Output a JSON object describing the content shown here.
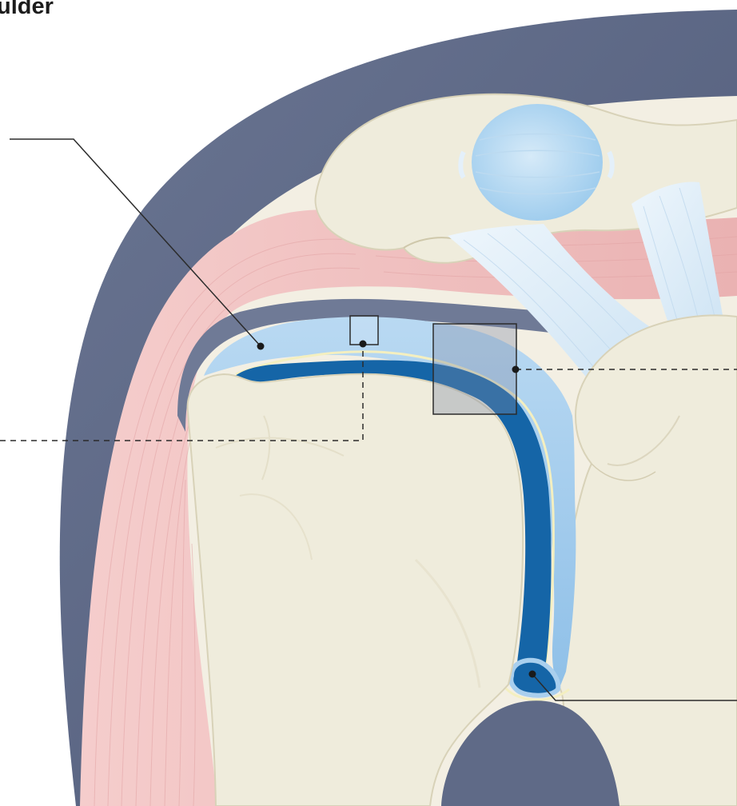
{
  "figure": {
    "title": "ulder"
  },
  "colors": {
    "skin": "#5f6a87",
    "muscle": "#f2c4c3",
    "bone": "#efecdc",
    "bone_edge": "#dcd6bf",
    "ligament": "#d8e8f5",
    "bursa": "#a9cfee",
    "synovial_fluid": "#1565a7",
    "cartilage": "#f7f3c8",
    "leader_line": "#2b2b2b"
  },
  "structures": [
    {
      "name": "skin-layer",
      "label": ""
    },
    {
      "name": "deltoid-muscle",
      "label": ""
    },
    {
      "name": "acromion",
      "label": ""
    },
    {
      "name": "clavicle",
      "label": ""
    },
    {
      "name": "acromioclavicular-joint-capsule",
      "label": ""
    },
    {
      "name": "coracoacromial-ligament",
      "label": ""
    },
    {
      "name": "humeral-head",
      "label": ""
    },
    {
      "name": "glenoid",
      "label": ""
    },
    {
      "name": "subacromial-bursa",
      "label": ""
    },
    {
      "name": "synovial-cavity",
      "label": ""
    }
  ]
}
